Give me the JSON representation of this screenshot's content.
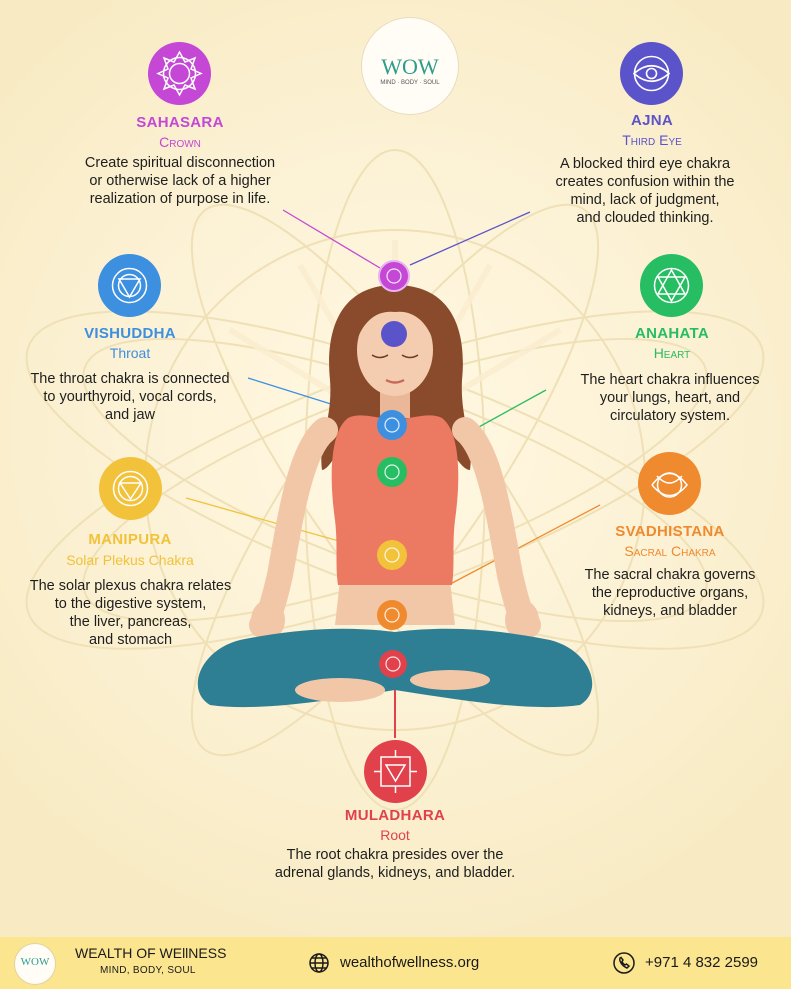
{
  "logo": {
    "text": "WOW",
    "tagline": "MIND · BODY · SOUL"
  },
  "chakras": {
    "sahasrara": {
      "name": "SAHASARA",
      "sub": "Crown",
      "desc": [
        "Create spiritual disconnection",
        "or otherwise lack of a higher",
        "realization of purpose in life."
      ],
      "color": "#c447d6"
    },
    "ajna": {
      "name": "AJNA",
      "sub": "Third Eye",
      "desc": [
        "A blocked third eye chakra",
        "creates confusion within the",
        "mind, lack of judgment,",
        "and clouded thinking."
      ],
      "color": "#5b53c9"
    },
    "vishuddha": {
      "name": "VISHUDDHA",
      "sub": "Throat",
      "desc": [
        "The throat chakra is connected",
        "to yourthyroid, vocal cords,",
        "and jaw"
      ],
      "color": "#3d8fe0"
    },
    "anahata": {
      "name": "ANAHATA",
      "sub": "Heart",
      "desc": [
        "The heart chakra influences",
        "your lungs, heart, and",
        "circulatory system."
      ],
      "color": "#27bd63"
    },
    "manipura": {
      "name": "MANIPURA",
      "sub": "Solar Plekus Chakra",
      "desc": [
        "The solar plexus chakra relates",
        "to the digestive system,",
        "the liver, pancreas,",
        "and stomach"
      ],
      "color": "#f2c23a"
    },
    "svadhisthana": {
      "name": "SVADHISTANA",
      "sub": "Sacral Chakra",
      "desc": [
        "The sacral chakra governs",
        "the reproductive organs,",
        "kidneys, and bladder"
      ],
      "color": "#f08a2e"
    },
    "muladhara": {
      "name": "MULADHARA",
      "sub": "Root",
      "desc": [
        "The root chakra presides over the",
        "adrenal glands, kidneys, and bladder."
      ],
      "color": "#e0414a"
    }
  },
  "footer": {
    "brand": "WEALTH OF WEllNESS",
    "tagline": "MIND, BODY, SOUL",
    "website": "wealthofwellness.org",
    "phone": "+971 4 832 2599",
    "web_icon": "globe-icon",
    "phone_icon": "phone-icon"
  }
}
